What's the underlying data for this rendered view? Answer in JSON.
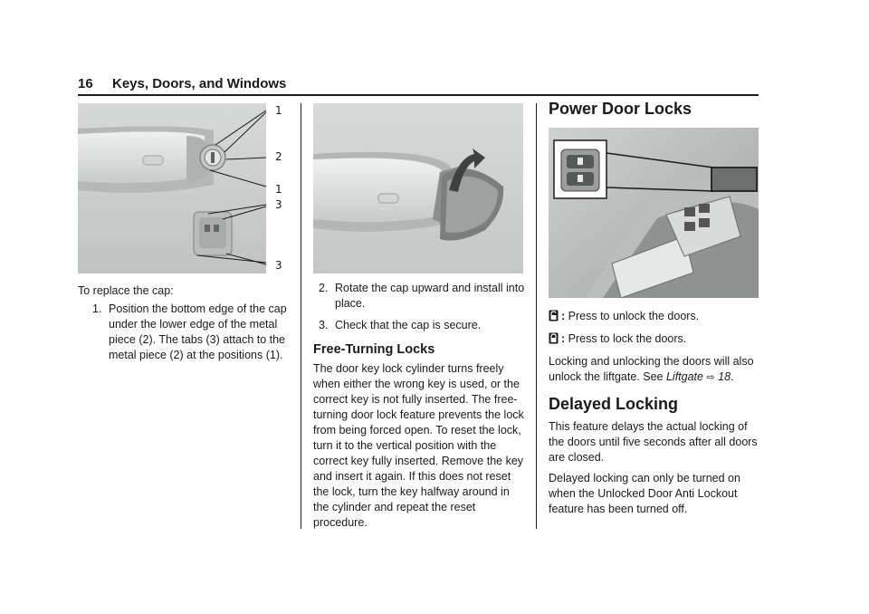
{
  "header": {
    "page_number": "16",
    "title": "Keys, Doors, and Windows"
  },
  "figure1": {
    "callouts": [
      "1",
      "2",
      "1",
      "3",
      "3"
    ]
  },
  "col1": {
    "intro": "To replace the cap:",
    "steps": [
      {
        "num": "1.",
        "text": "Position the bottom edge of the cap under the lower edge of the metal piece (2). The tabs (3) attach to the metal piece (2) at the positions (1)."
      }
    ]
  },
  "col2": {
    "steps": [
      {
        "num": "2.",
        "text": "Rotate the cap upward and install into place."
      },
      {
        "num": "3.",
        "text": "Check that the cap is secure."
      }
    ],
    "heading": "Free-Turning Locks",
    "body": "The door key lock cylinder turns freely when either the wrong key is used, or the correct key is not fully inserted. The free-turning door lock feature prevents the lock from being forced open. To reset the lock, turn it to the vertical position with the correct key fully inserted. Remove the key and insert it again. If this does not reset the lock, turn the key halfway around in the cylinder and repeat the reset procedure."
  },
  "col3": {
    "heading": "Power Door Locks",
    "unlock_text": "Press to unlock the doors.",
    "lock_text": "Press to lock the doors.",
    "liftgate_text": "Locking and unlocking the doors will also unlock the liftgate. See",
    "liftgate_link": "Liftgate",
    "liftgate_ref": "18",
    "ref_arrow": "⇨",
    "colon": ":",
    "delayed_heading": "Delayed Locking",
    "delayed_p1": "This feature delays the actual locking of the doors until five seconds after all doors are closed.",
    "delayed_p2": "Delayed locking can only be turned on when the Unlocked Door Anti Lockout feature has been turned off."
  },
  "icons": {
    "unlock": "unlock-icon",
    "lock": "lock-icon"
  }
}
